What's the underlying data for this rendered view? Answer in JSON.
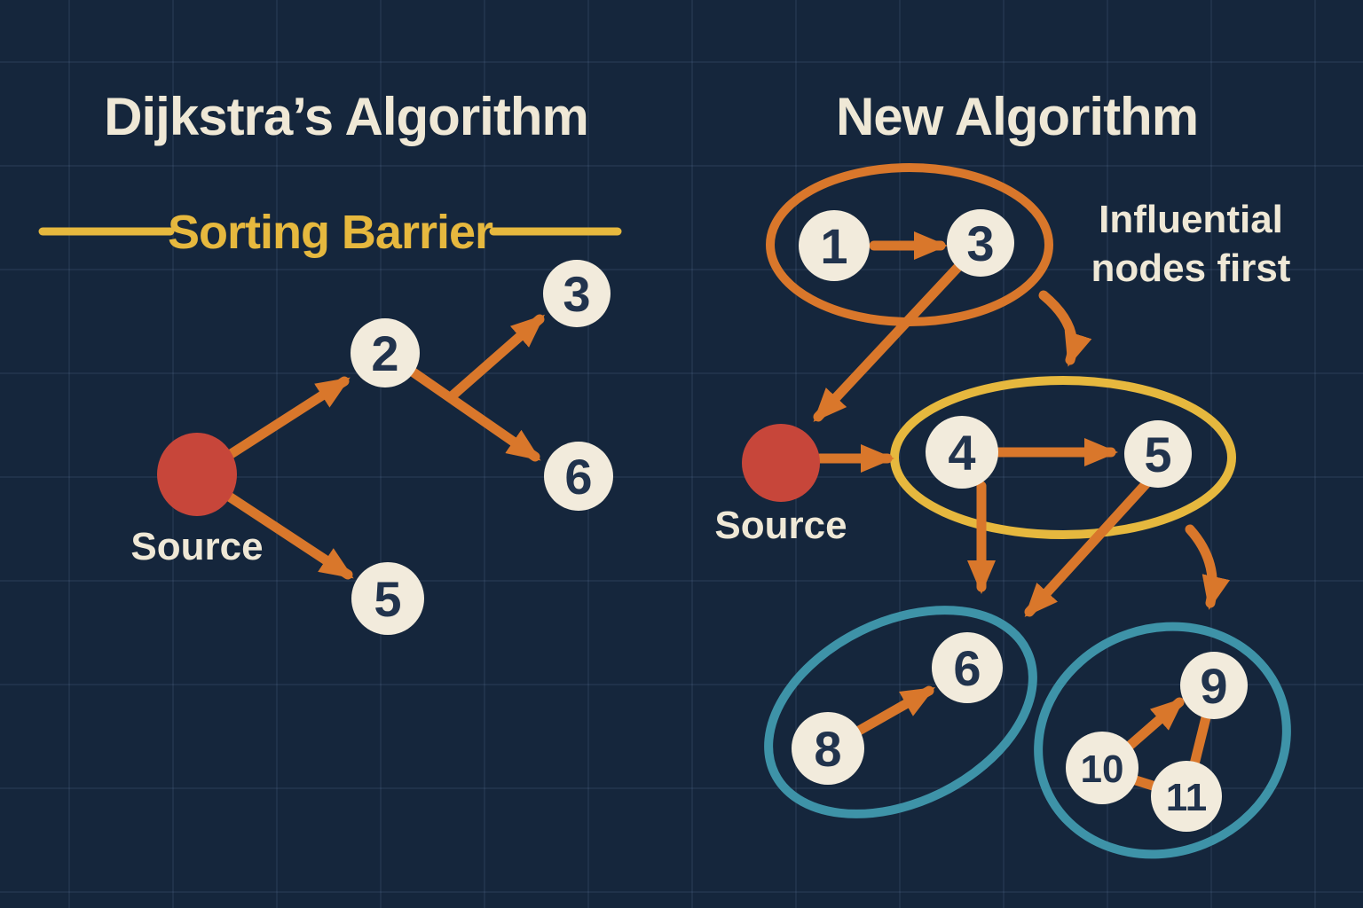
{
  "colors": {
    "background": "#15263C",
    "grid_line": "rgba(140,170,215,0.09)",
    "cream_text": "#EFE8D6",
    "node_fill": "#F2EBDC",
    "node_text": "#21334D",
    "orange": "#D9772B",
    "yellow": "#E6B83E",
    "red_source": "#C7463A",
    "teal": "#3E93A8"
  },
  "left_panel": {
    "title": "Dijkstra’s Algorithm",
    "barrier_label": "Sorting Barrier",
    "source_label": "Source",
    "nodes": [
      "2",
      "3",
      "6",
      "5"
    ],
    "edges": [
      "Source→2",
      "2→3",
      "2→6",
      "Source→5"
    ]
  },
  "right_panel": {
    "title": "New Algorithm",
    "annotation_line1": "Influential",
    "annotation_line2": "nodes first",
    "source_label": "Source",
    "nodes": [
      "1",
      "3",
      "4",
      "5",
      "6",
      "8",
      "9",
      "10",
      "11"
    ],
    "groups": [
      {
        "name": "influential-group",
        "outline_color": "#D9772B",
        "nodes": [
          "1",
          "3"
        ]
      },
      {
        "name": "second-wave-group",
        "outline_color": "#E6B83E",
        "nodes": [
          "4",
          "5"
        ]
      },
      {
        "name": "cluster-left",
        "outline_color": "#3E93A8",
        "nodes": [
          "8",
          "6"
        ]
      },
      {
        "name": "cluster-right",
        "outline_color": "#3E93A8",
        "nodes": [
          "10",
          "11",
          "9"
        ]
      }
    ],
    "edges": [
      "1→3",
      "3→Source",
      "Source→4",
      "4→5",
      "4→cluster-left",
      "5→cluster-left",
      "influential-group→second-wave-group",
      "second-wave-group→cluster-right",
      "8→6",
      "10→9",
      "10—11",
      "11—9"
    ]
  }
}
